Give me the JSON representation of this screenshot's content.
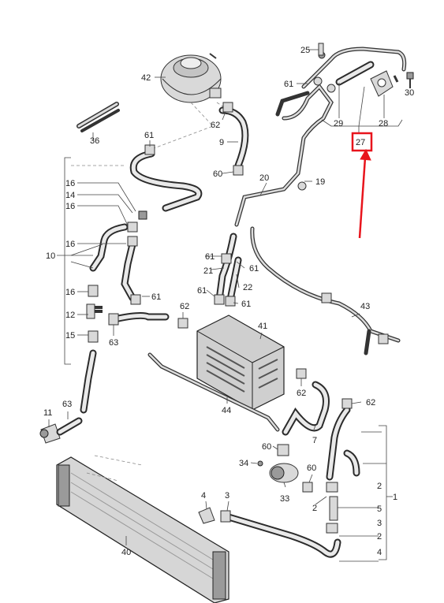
{
  "highlight_color": "#e8141c",
  "highlighted_callout": "27",
  "callouts": {
    "c1": "1",
    "c2a": "2",
    "c2b": "2",
    "c2c": "2",
    "c3a": "3",
    "c3b": "3",
    "c4a": "4",
    "c4b": "4",
    "c5": "5",
    "c7": "7",
    "c9": "9",
    "c10": "10",
    "c11": "11",
    "c12": "12",
    "c14": "14",
    "c15": "15",
    "c16a": "16",
    "c16b": "16",
    "c16c": "16",
    "c16d": "16",
    "c19": "19",
    "c20": "20",
    "c21": "21",
    "c22": "22",
    "c25": "25",
    "c27": "27",
    "c28": "28",
    "c29": "29",
    "c30": "30",
    "c33": "33",
    "c34": "34",
    "c36": "36",
    "c40": "40",
    "c41": "41",
    "c42": "42",
    "c43": "43",
    "c44": "44",
    "c60a": "60",
    "c60b": "60",
    "c60c": "60",
    "c61a": "61",
    "c61b": "61",
    "c61c": "61",
    "c61d": "61",
    "c61e": "61",
    "c61f": "61",
    "c61g": "61",
    "c62a": "62",
    "c62b": "62",
    "c62c": "62",
    "c62d": "62",
    "c63a": "63",
    "c63b": "63"
  }
}
